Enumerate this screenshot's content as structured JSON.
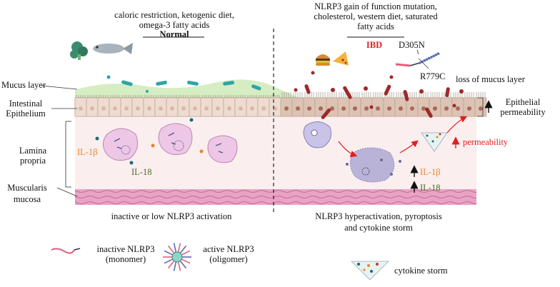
{
  "left_panel": {
    "diet_text_line1": "caloric restriction, ketogenic diet,",
    "diet_text_line2": "omega-3 fatty acids",
    "condition_label": "Normal",
    "cytokine_il1b": "IL-1β",
    "cytokine_il18": "IL-18",
    "caption": "inactive or low NLRP3 activation"
  },
  "right_panel": {
    "risk_text_line1": "NLRP3 gain of function mutation,",
    "risk_text_line2": "cholesterol, western diet, saturated",
    "risk_text_line3": "fatty acids",
    "condition_label": "IBD",
    "mutation_1": "D305N",
    "mutation_2": "R779C",
    "mucus_loss": "loss of mucus layer",
    "epithelial_perm_line1": "Epithelial",
    "epithelial_perm_line2": "permeability",
    "permeability": "permeability",
    "cytokine_il1b": "IL-1β",
    "cytokine_il18": "IL-18",
    "caption_line1": "NLRP3 hyperactivation, pyroptosis",
    "caption_line2": "and cytokine storm"
  },
  "layers": {
    "mucus": "Mucus layer",
    "epithelium_line1": "Intestinal",
    "epithelium_line2": "Epithelium",
    "lamina_line1": "Lamina",
    "lamina_line2": "propria",
    "muscularis_line1": "Muscularis",
    "muscularis_line2": "mucosa"
  },
  "legend": {
    "inactive_line1": "inactive NLRP3",
    "inactive_line2": "(monomer)",
    "active_line1": "active NLRP3",
    "active_line2": "(oligomer)",
    "storm": "cytokine storm"
  },
  "colors": {
    "mucus": "#d6edc4",
    "epithelium": "#eedcd0",
    "lamina": "#fbeeee",
    "muscularis": "#e9a3c4",
    "accent_red": "#e02020",
    "cell_pink": "#eec6e6",
    "bacteria_teal": "#2aa6a6",
    "bacteria_red": "#9a2a2a"
  }
}
